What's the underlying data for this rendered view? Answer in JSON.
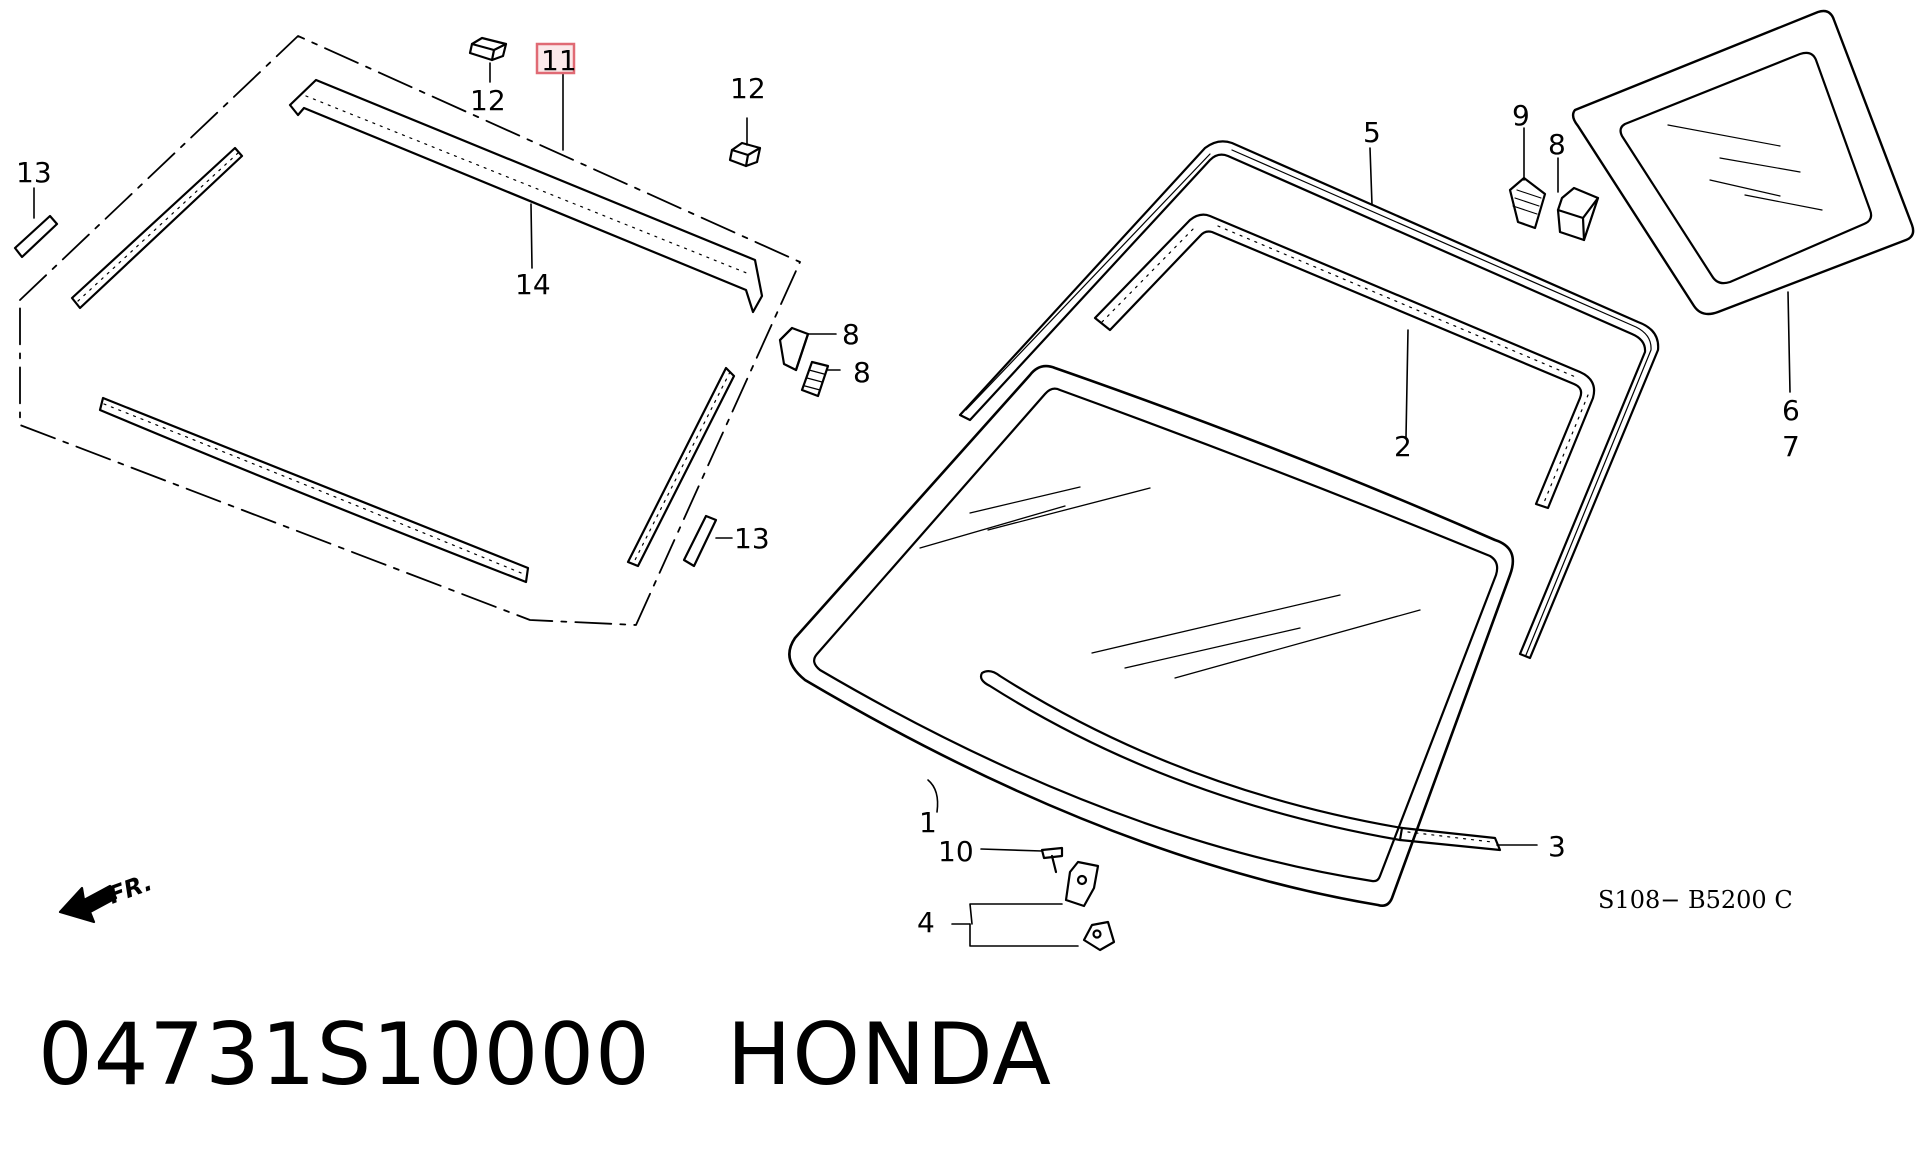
{
  "callouts": {
    "c1": "1",
    "c2": "2",
    "c3": "3",
    "c4": "4",
    "c5": "5",
    "c6": "6",
    "c7": "7",
    "c8a": "8",
    "c8b": "8",
    "c8c": "8",
    "c9": "9",
    "c10": "10",
    "c11": "11",
    "c12a": "12",
    "c12b": "12",
    "c13a": "13",
    "c13b": "13",
    "c14": "14"
  },
  "highlighted_callout": "11",
  "front_arrow_label": "FR.",
  "reference_code": "S108− B5200 C",
  "caption": {
    "part_number": "04731S10000",
    "brand": "HONDA"
  },
  "colors": {
    "line": "#000000",
    "highlight_border": "#e06a74",
    "highlight_fill": "#fbe9ea"
  }
}
